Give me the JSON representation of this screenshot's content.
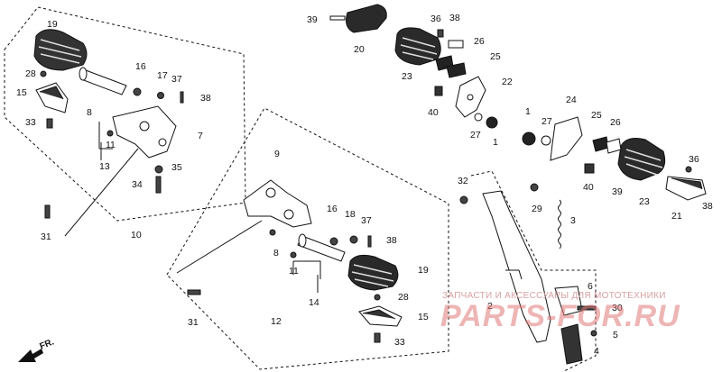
{
  "callouts": [
    {
      "id": "c19a",
      "text": "19"
    },
    {
      "id": "c28a",
      "text": "28"
    },
    {
      "id": "c16a",
      "text": "16"
    },
    {
      "id": "c17",
      "text": "17"
    },
    {
      "id": "c37a",
      "text": "37"
    },
    {
      "id": "c15a",
      "text": "15"
    },
    {
      "id": "c38a",
      "text": "38"
    },
    {
      "id": "c8a",
      "text": "8"
    },
    {
      "id": "c33a",
      "text": "33"
    },
    {
      "id": "c11a",
      "text": "11"
    },
    {
      "id": "c7",
      "text": "7"
    },
    {
      "id": "c13",
      "text": "13"
    },
    {
      "id": "c35",
      "text": "35"
    },
    {
      "id": "c34",
      "text": "34"
    },
    {
      "id": "c31a",
      "text": "31"
    },
    {
      "id": "c10",
      "text": "10"
    },
    {
      "id": "c39a",
      "text": "39"
    },
    {
      "id": "c20",
      "text": "20"
    },
    {
      "id": "c36a",
      "text": "36"
    },
    {
      "id": "c38b",
      "text": "38"
    },
    {
      "id": "c26a",
      "text": "26"
    },
    {
      "id": "c25a",
      "text": "25"
    },
    {
      "id": "c23a",
      "text": "23"
    },
    {
      "id": "c22",
      "text": "22"
    },
    {
      "id": "c40a",
      "text": "40"
    },
    {
      "id": "c27a",
      "text": "27"
    },
    {
      "id": "c1a",
      "text": "1"
    },
    {
      "id": "c27b",
      "text": "27"
    },
    {
      "id": "c1b",
      "text": "1"
    },
    {
      "id": "c24",
      "text": "24"
    },
    {
      "id": "c25b",
      "text": "25"
    },
    {
      "id": "c26b",
      "text": "26"
    },
    {
      "id": "c40b",
      "text": "40"
    },
    {
      "id": "c39b",
      "text": "39"
    },
    {
      "id": "c23b",
      "text": "23"
    },
    {
      "id": "c36b",
      "text": "36"
    },
    {
      "id": "c21",
      "text": "21"
    },
    {
      "id": "c38c",
      "text": "38"
    },
    {
      "id": "c9",
      "text": "9"
    },
    {
      "id": "c16b",
      "text": "16"
    },
    {
      "id": "c18",
      "text": "18"
    },
    {
      "id": "c37b",
      "text": "37"
    },
    {
      "id": "c38d",
      "text": "38"
    },
    {
      "id": "c8b",
      "text": "8"
    },
    {
      "id": "c11b",
      "text": "11"
    },
    {
      "id": "c19b",
      "text": "19"
    },
    {
      "id": "c14",
      "text": "14"
    },
    {
      "id": "c28b",
      "text": "28"
    },
    {
      "id": "c31b",
      "text": "31"
    },
    {
      "id": "c12",
      "text": "12"
    },
    {
      "id": "c15b",
      "text": "15"
    },
    {
      "id": "c33b",
      "text": "33"
    },
    {
      "id": "c32",
      "text": "32"
    },
    {
      "id": "c29",
      "text": "29"
    },
    {
      "id": "c3",
      "text": "3"
    },
    {
      "id": "c2",
      "text": "2"
    },
    {
      "id": "c6",
      "text": "6"
    },
    {
      "id": "c30",
      "text": "30"
    },
    {
      "id": "c5",
      "text": "5"
    },
    {
      "id": "c4",
      "text": "4"
    }
  ],
  "direction_marker": "FR.",
  "watermark": {
    "tagline": "ЗАПЧАСТИ И АКСЕССУАРЫ ДЛЯ МОТОТЕХНИКИ",
    "brand": "PARTS-FOR.RU",
    "color": "#e07878"
  },
  "colors": {
    "line": "#111111",
    "background": "#ffffff"
  }
}
